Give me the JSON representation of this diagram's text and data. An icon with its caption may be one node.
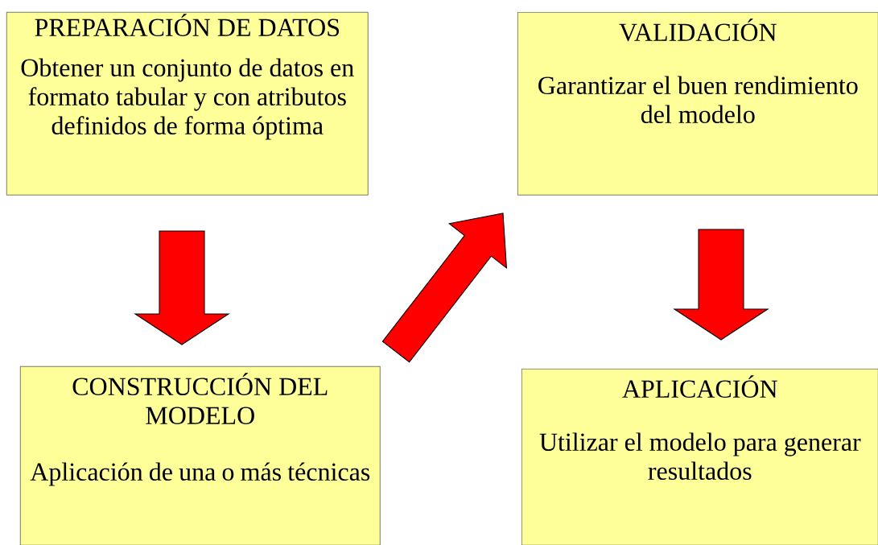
{
  "diagram": {
    "nodes": [
      {
        "text": [
          "PREPARACIÓN DE DATOS",
          "Obtener un conjunto de datos en formato tabular y con atributos definidos de forma óptima"
        ]
      },
      {
        "text": [
          "VALIDACIÓN",
          "Garantizar el buen rendimiento del modelo"
        ]
      },
      {
        "text": [
          "CONSTRUCCIÓN DEL MODELO",
          "Aplicación de una o más técnicas"
        ]
      },
      {
        "text": [
          "APLICACIÓN",
          "Utilizar el modelo para generar resultados"
        ]
      }
    ],
    "edges": [
      {
        "from": 0,
        "to": 2,
        "arrow": "to"
      },
      {
        "from": 2,
        "to": 1,
        "arrow": "to"
      },
      {
        "from": 1,
        "to": 3,
        "arrow": "to"
      }
    ]
  }
}
